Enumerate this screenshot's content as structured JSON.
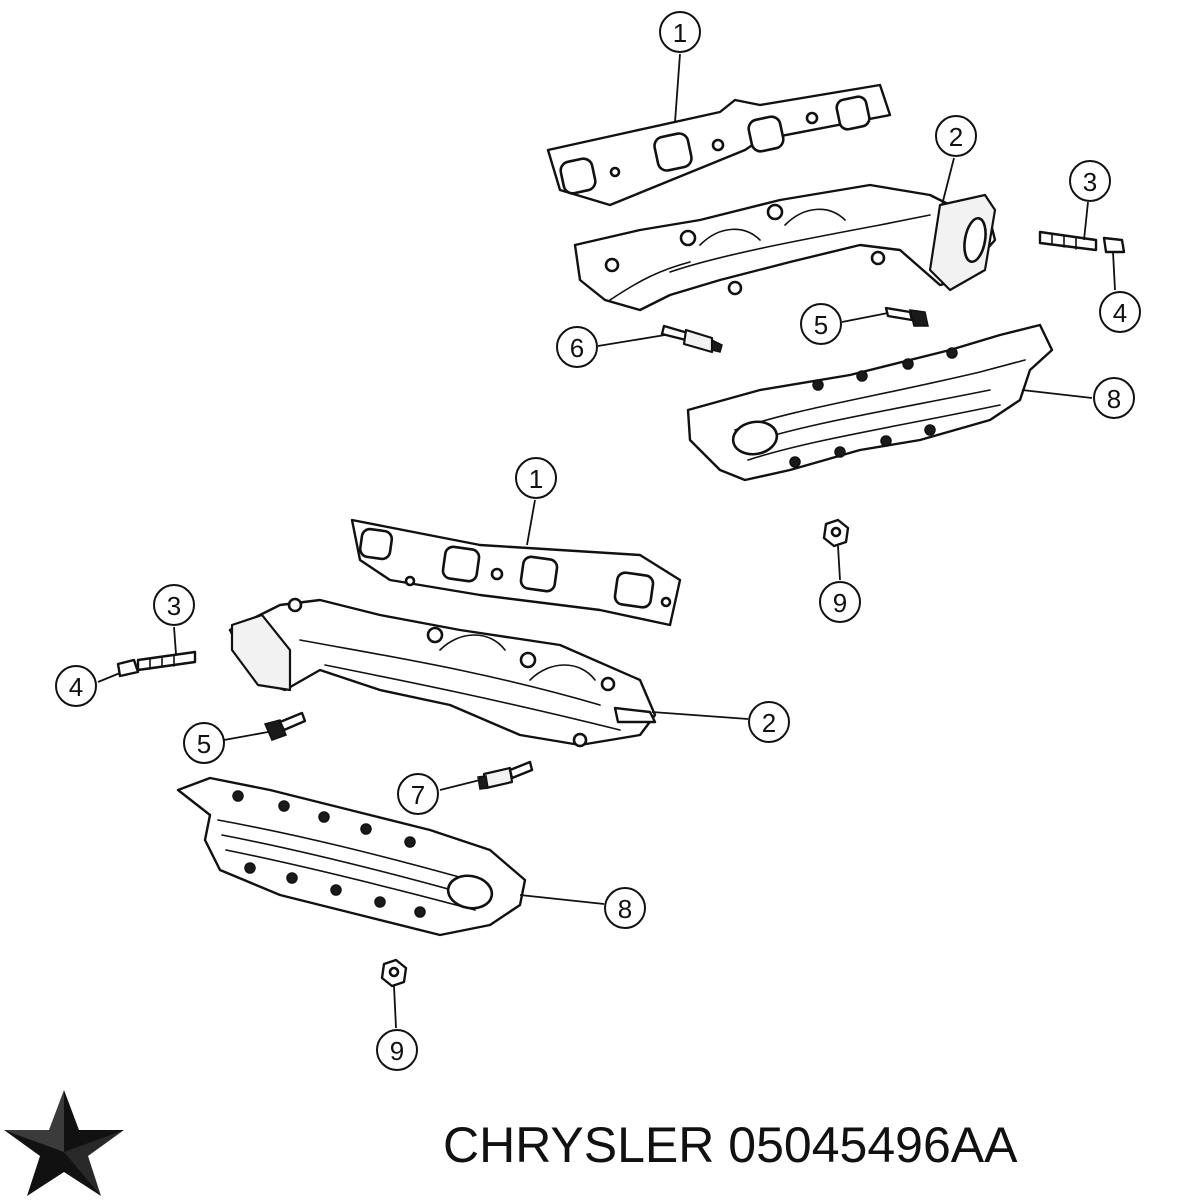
{
  "callouts": {
    "upper": {
      "gasket": "1",
      "manifold": "2",
      "stud": "3",
      "nut": "4",
      "bolt": "5",
      "sensor_stud": "6",
      "heat_shield": "8",
      "shield_nut": "9"
    },
    "lower": {
      "gasket": "1",
      "manifold": "2",
      "stud": "3",
      "nut": "4",
      "bolt": "5",
      "sensor_stud": "7",
      "heat_shield": "8",
      "shield_nut": "9"
    }
  },
  "footer": {
    "brand": "CHRYSLER",
    "part_number": "05045496AA"
  },
  "logo": {
    "icon": "pentastar-icon",
    "color": "#111111"
  }
}
